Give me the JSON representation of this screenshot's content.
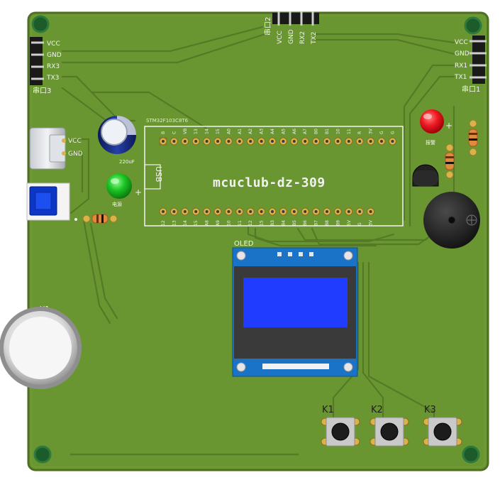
{
  "board": {
    "title": "mcuclub-dz-309",
    "module_label": "STM32F103C8T6",
    "usb_label": "USB",
    "oled_label": "OLED",
    "capacitor_value": "220uF",
    "mic_ref": "U1",
    "led_left_ref": "电源",
    "led_right_ref": "报警",
    "plus_sign": "+"
  },
  "connectors": {
    "uart3": {
      "title": "串口3",
      "pins": [
        "VCC",
        "GND",
        "RX3",
        "TX3"
      ]
    },
    "uart2": {
      "title": "串口2",
      "pins": [
        "VCC",
        "GND",
        "RX2",
        "TX2"
      ]
    },
    "uart1": {
      "title": "串口1",
      "pins": [
        "VCC",
        "GND",
        "RX1",
        "TX1"
      ]
    },
    "power_in": {
      "pins": [
        "VCC",
        "GND"
      ]
    }
  },
  "module_pins": {
    "top": [
      "B",
      "C",
      "VB",
      "13",
      "14",
      "15",
      "A0",
      "A1",
      "A2",
      "A3",
      "A4",
      "A5",
      "A6",
      "A7",
      "B0",
      "B1",
      "10",
      "11",
      "R",
      "3V",
      "G",
      "G"
    ],
    "bottom": [
      "12",
      "13",
      "14",
      "15",
      "A8",
      "A9",
      "10",
      "11",
      "12",
      "15",
      "B3",
      "B4",
      "B5",
      "B6",
      "B7",
      "B8",
      "B9",
      "5V",
      "G",
      "3V"
    ]
  },
  "buttons": [
    {
      "label": "K1"
    },
    {
      "label": "K2"
    },
    {
      "label": "K3"
    }
  ],
  "colors": {
    "pcb": "#6a9632",
    "pcb_edge": "#4e6f21",
    "trace": "#557a25",
    "silkscreen": "#f2f2f2",
    "oled_blue": "#1f3cff",
    "oled_board": "#1a73c7",
    "led_red": "#e8101a",
    "led_green": "#14b21c"
  }
}
